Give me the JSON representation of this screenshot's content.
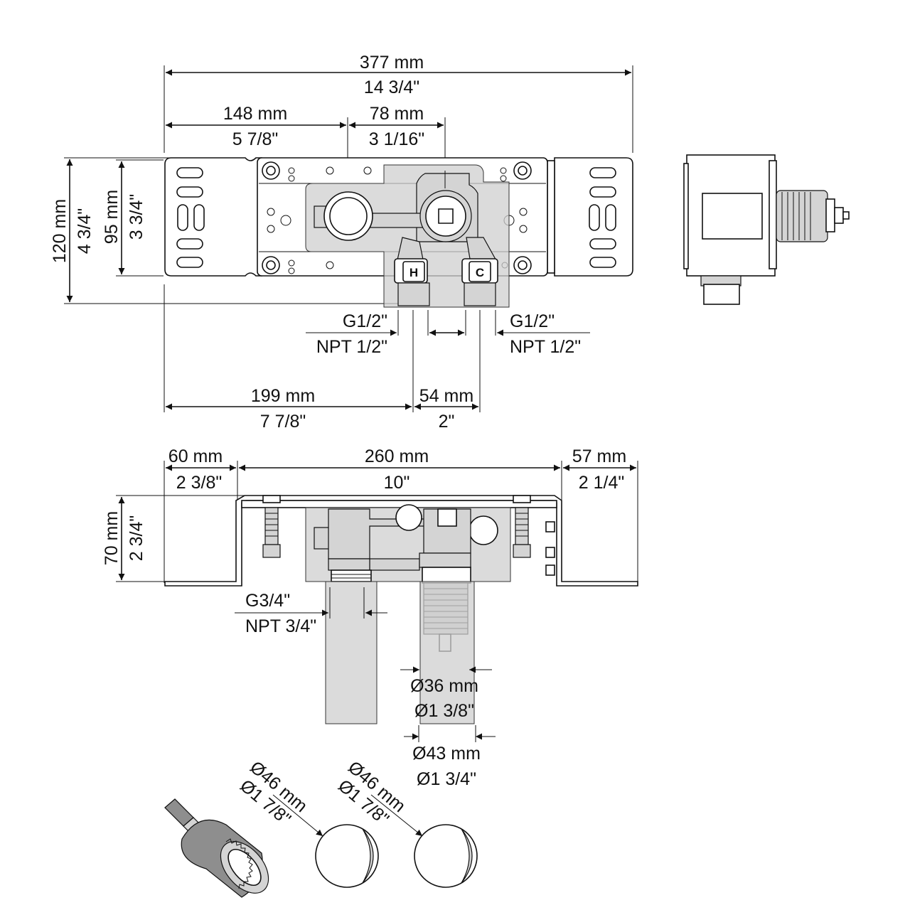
{
  "top_view": {
    "overall_mm": "377 mm",
    "overall_in": "14 3/4\"",
    "left_offset_mm": "148 mm",
    "left_offset_in": "5 7/8\"",
    "valve_spacing_mm": "78 mm",
    "valve_spacing_in": "3 1/16\"",
    "height_mm": "120 mm",
    "height_in": "4 3/4\"",
    "inner_height_mm": "95 mm",
    "inner_height_in": "3 3/4\"",
    "hot_label": "H",
    "cold_label": "C",
    "left_thread": "G1/2\"",
    "left_npt": "NPT 1/2\"",
    "right_thread": "G1/2\"",
    "right_npt": "NPT 1/2\"",
    "outlet_offset_mm": "199 mm",
    "outlet_offset_in": "7 7/8\"",
    "outlet_spacing_mm": "54 mm",
    "outlet_spacing_in": "2\""
  },
  "front_view": {
    "left_flange_mm": "60 mm",
    "left_flange_in": "2 3/8\"",
    "body_mm": "260 mm",
    "body_in": "10\"",
    "right_flange_mm": "57 mm",
    "right_flange_in": "2 1/4\"",
    "depth_mm": "70 mm",
    "depth_in": "2 3/4\"",
    "outlet_thread": "G3/4\"",
    "outlet_npt": "NPT 3/4\"",
    "spindle_dia_mm": "Ø36 mm",
    "spindle_dia_in": "Ø1 3/8\"",
    "sleeve_dia_mm": "Ø43 mm",
    "sleeve_dia_in": "Ø1 3/4\""
  },
  "hole_saw": {
    "first_dia_mm": "Ø46 mm",
    "first_dia_in": "Ø1 7/8\"",
    "second_dia_mm": "Ø46 mm",
    "second_dia_in": "Ø1 7/8\""
  }
}
